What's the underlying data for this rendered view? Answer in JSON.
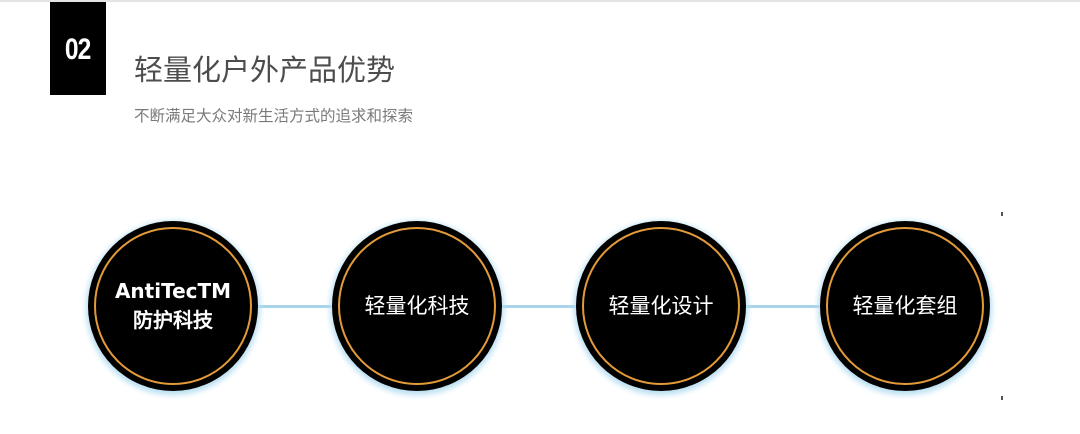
{
  "header": {
    "number": "02",
    "title": "轻量化户外产品优势",
    "subtitle": "不断满足大众对新生活方式的追求和探索"
  },
  "diagram": {
    "nodes": [
      {
        "label": "AntiTecTM防护科技"
      },
      {
        "label": "轻量化科技"
      },
      {
        "label": "轻量化设计"
      },
      {
        "label": "轻量化套组"
      }
    ]
  },
  "colors": {
    "badge": "#000000",
    "node_fill": "#000000",
    "node_ring": "#e39b3a",
    "connector": "#a9d4ea",
    "node_glow": "#b9dff2"
  }
}
